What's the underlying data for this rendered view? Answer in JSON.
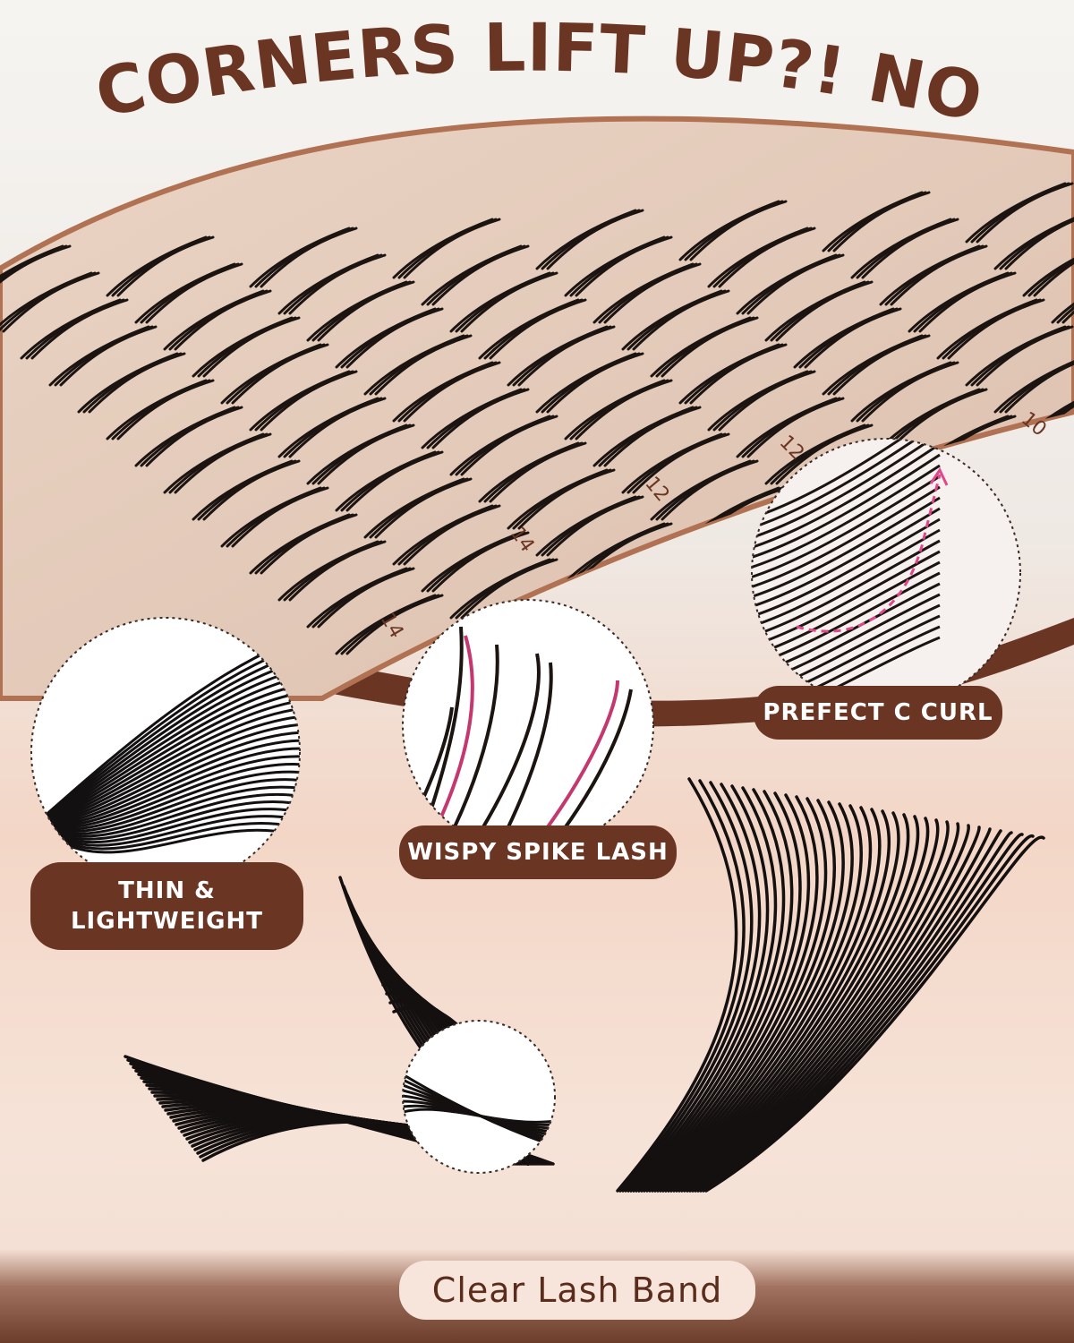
{
  "headline": "CORNERS LIFT UP?! NO",
  "tray": {
    "length_marks": [
      "14",
      "14",
      "12",
      "12",
      "10"
    ]
  },
  "badges": {
    "c_curl": "PREFECT C CURL",
    "wispy": "WISPY SPIKE LASH",
    "thin_line1": "THIN &",
    "thin_line2": "LIGHTWEIGHT",
    "band": "Clear Lash Band"
  },
  "colors": {
    "brand_brown": "#6b3524",
    "accent_pink": "#e0478a",
    "band_bg": "#f7e4da"
  }
}
